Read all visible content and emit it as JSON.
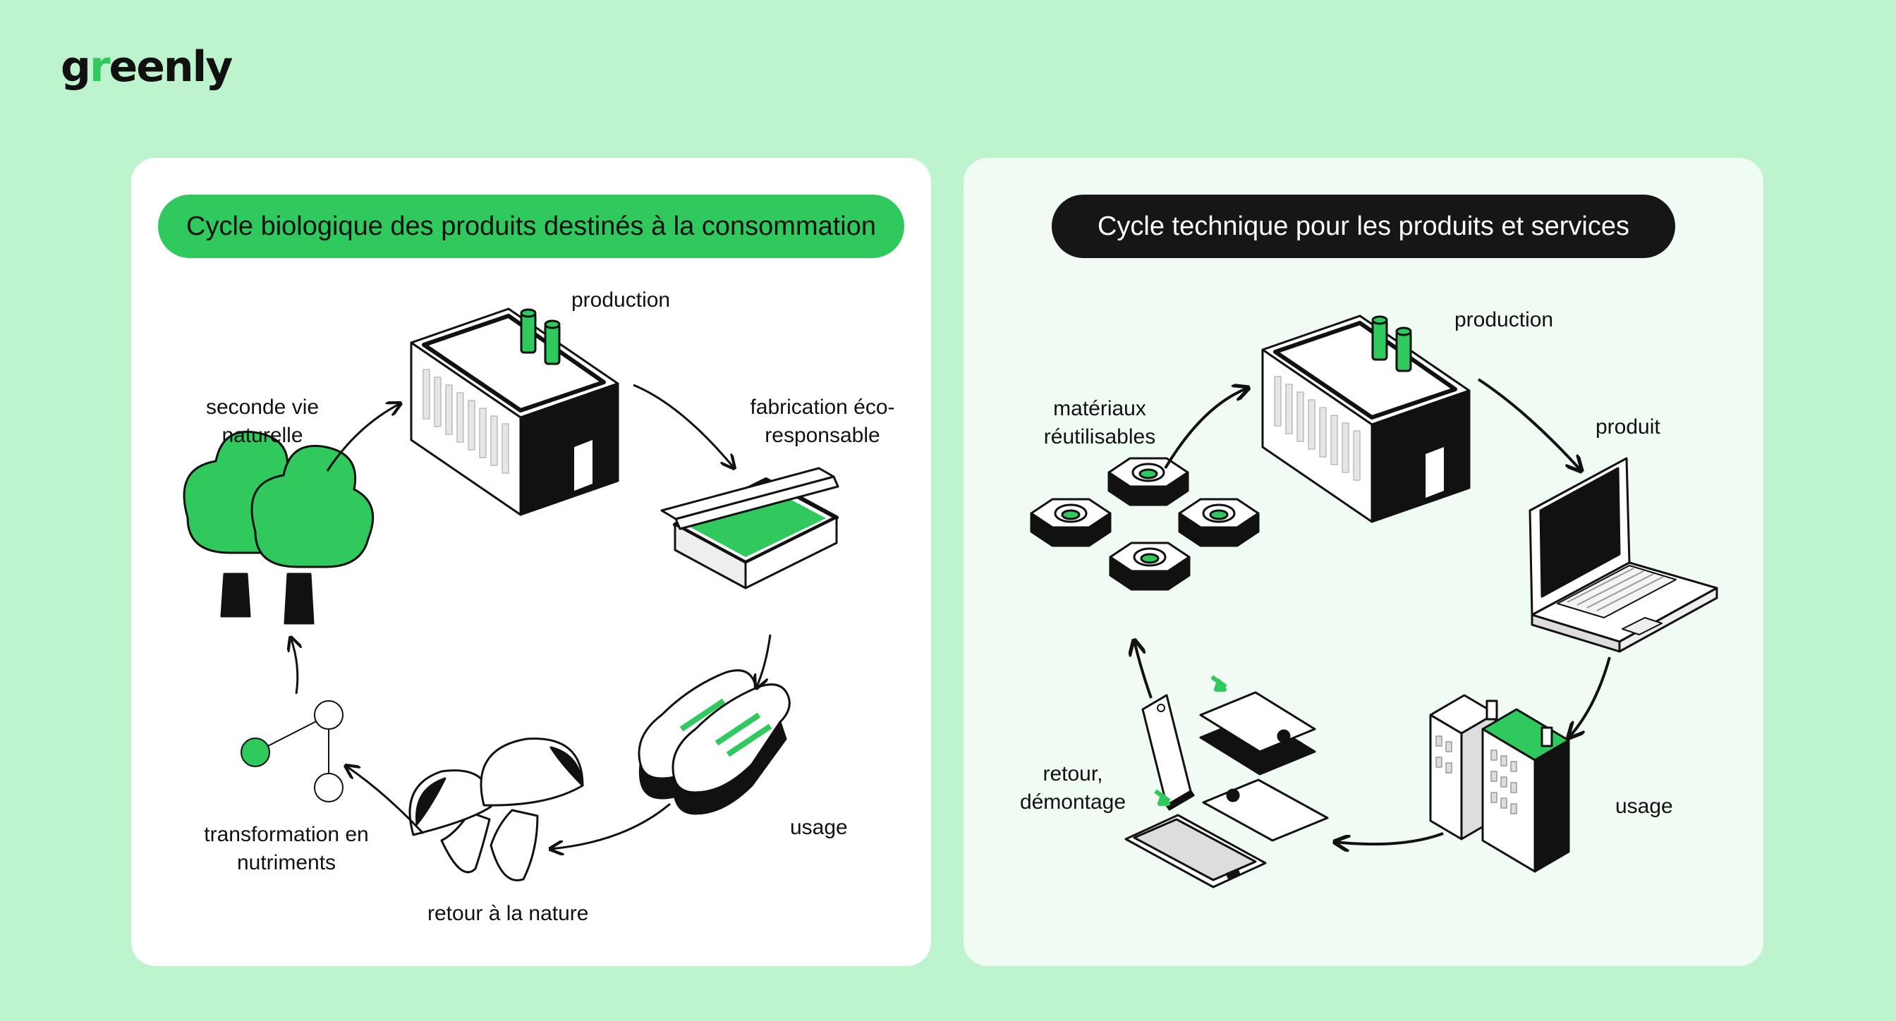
{
  "brand": {
    "logo_pre": "g",
    "logo_accent": "r",
    "logo_post": "eenly"
  },
  "colors": {
    "background": "#bdf4ce",
    "accent": "#2fc95e",
    "dark": "#161616"
  },
  "biological_cycle": {
    "title": "Cycle biologique des produits destinés à la consommation",
    "steps": {
      "production": "production",
      "fabrication_line1": "fabrication éco-",
      "fabrication_line2": "responsable",
      "usage": "usage",
      "return": "retour à la nature",
      "transform_line1": "transformation en",
      "transform_line2": "nutriments",
      "second_life_line1": "seconde vie",
      "second_life_line2": "naturelle"
    }
  },
  "technical_cycle": {
    "title": "Cycle technique pour les produits et services",
    "steps": {
      "production": "production",
      "product": "produit",
      "usage": "usage",
      "return_line1": "retour,",
      "return_line2": "démontage",
      "materials_line1": "matériaux",
      "materials_line2": "réutilisables"
    }
  }
}
